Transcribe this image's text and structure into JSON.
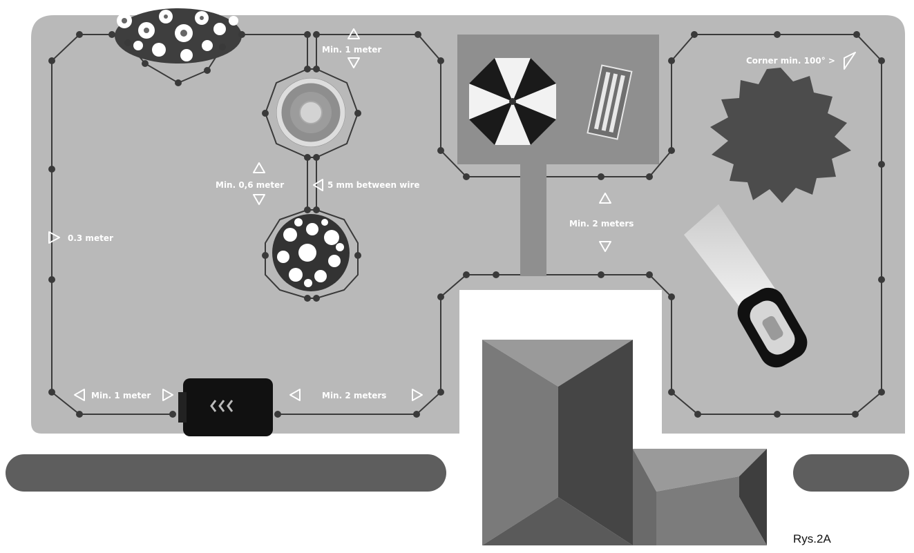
{
  "labels": {
    "min_1_meter_top": "Min. 1 meter",
    "corner_min": "Corner min. 100° >",
    "min_06_meter": "Min. 0,6 meter",
    "five_mm_between_wire": "5 mm between wire",
    "point3_meter": "0.3 meter",
    "min_2_meters_right": "Min. 2 meters",
    "min_1_meter_bottom": "Min. 1 meter",
    "min_2_meters_bottom": "Min. 2 meters"
  },
  "caption": "Rys.2A",
  "colors": {
    "lawn": "#b9b9b9",
    "wire": "#3a3a3a",
    "hedge": "#5e5e5e",
    "patio": "#8f8f8f",
    "tree": "#4c4c4c",
    "house_light": "#8a8a8a",
    "house_dark": "#454545",
    "mower": "#111111"
  }
}
